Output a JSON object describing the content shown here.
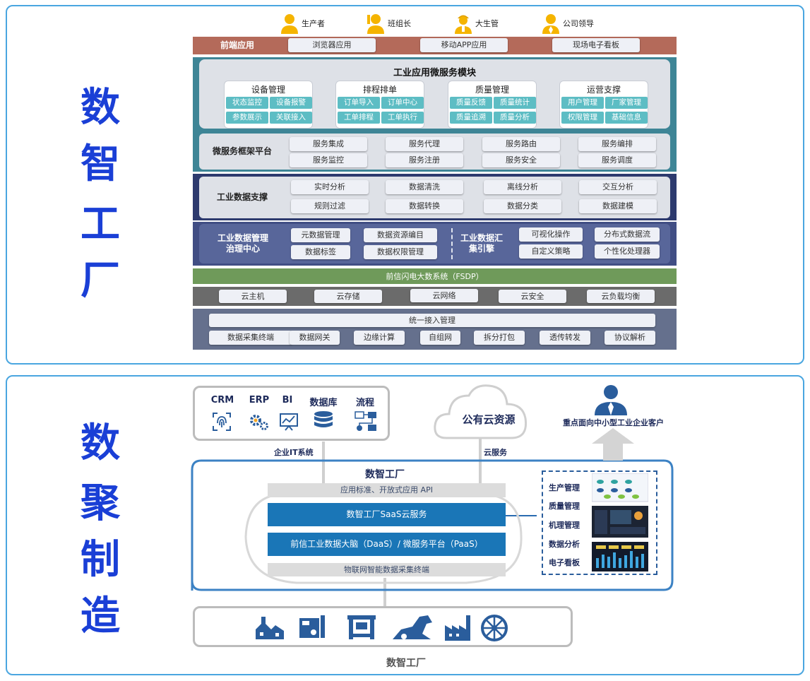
{
  "panel1": {
    "side_chars": [
      "数",
      "智",
      "工",
      "厂"
    ],
    "roles": [
      {
        "label": "生产者",
        "icon": "worker-icon"
      },
      {
        "label": "班组长",
        "icon": "team-leader-icon"
      },
      {
        "label": "大生管",
        "icon": "production-manager-icon"
      },
      {
        "label": "公司领导",
        "icon": "company-leader-icon"
      }
    ],
    "frontend": {
      "label": "前端应用",
      "items": [
        "浏览器应用",
        "移动APP应用",
        "现场电子看板"
      ]
    },
    "microservice_modules": {
      "title": "工业应用微服务模块",
      "modules": [
        {
          "title": "设备管理",
          "items": [
            "状态监控",
            "设备报警",
            "参数展示",
            "关联接入"
          ]
        },
        {
          "title": "排程排单",
          "items": [
            "订单导入",
            "订单中心",
            "工单排程",
            "工单执行"
          ]
        },
        {
          "title": "质量管理",
          "items": [
            "质量反馈",
            "质量统计",
            "质量追溯",
            "质量分析"
          ]
        },
        {
          "title": "运营支撑",
          "items": [
            "用户管理",
            "厂家管理",
            "权限管理",
            "基础信息"
          ]
        }
      ]
    },
    "framework": {
      "label": "微服务框架平台",
      "items": [
        "服务集成",
        "服务代理",
        "服务路由",
        "服务编排",
        "服务监控",
        "服务注册",
        "服务安全",
        "服务调度"
      ]
    },
    "data_support": {
      "label": "工业数据支撑",
      "items": [
        "实时分析",
        "数据清洗",
        "离线分析",
        "交互分析",
        "规则过滤",
        "数据转换",
        "数据分类",
        "数据建模"
      ]
    },
    "governance": {
      "label_left": "工业数据管理治理中心",
      "items_left": [
        "元数据管理",
        "数据资源编目",
        "数据标签",
        "数据权限管理"
      ],
      "label_right": "工业数据汇集引擎",
      "items_right": [
        "可视化操作",
        "分布式数据流",
        "自定义策略",
        "个性化处理器"
      ]
    },
    "fsdp": "前信闪电大数系统（FSDP）",
    "cloud": [
      "云主机",
      "云存储",
      "云网络",
      "云安全",
      "云负载均衡"
    ],
    "access": {
      "title": "统一接入管理",
      "items": [
        "数据采集终端",
        "数据网关",
        "边缘计算",
        "自组网",
        "拆分打包",
        "透传转发",
        "协议解析"
      ]
    },
    "colors": {
      "frontend_band": "#b46a5a",
      "module_band": "#3e8596",
      "framework_band": "#3e8596",
      "data_band": "#2d3a6e",
      "gov_band": "#414e84",
      "fsdp_band": "#6f9a5a",
      "cloud_band": "#6b6b6b",
      "access_band": "#65708d",
      "chip_teal": "#5dbdc4",
      "side_text": "#1a3fd6"
    }
  },
  "panel2": {
    "side_chars": [
      "数",
      "聚",
      "制",
      "造"
    ],
    "it_systems": [
      {
        "label": "CRM",
        "icon": "fingerprint-icon"
      },
      {
        "label": "ERP",
        "icon": "gears-icon"
      },
      {
        "label": "BI",
        "icon": "chart-monitor-icon"
      },
      {
        "label": "数据库",
        "icon": "database-icon"
      },
      {
        "label": "流程",
        "icon": "flowchart-icon"
      }
    ],
    "it_caption": "企业IT系统",
    "cloud_title": "公有云资源",
    "cloud_caption": "云服务",
    "customer": "重点面向中小型工业企业客户",
    "factory_title": "数智工厂",
    "layers": [
      "应用标准、开放式应用 API",
      "数智工厂SaaS云服务",
      "前信工业数据大脑（DaaS）/ 微服务平台（PaaS）",
      "物联网智能数据采集终端"
    ],
    "apps": [
      "生产管理",
      "质量管理",
      "机理管理",
      "数据分析",
      "电子看板"
    ],
    "devices": [
      "plant-icon",
      "machine-icon",
      "press-icon",
      "excavator-icon",
      "factory-icon",
      "wheel-icon"
    ],
    "bottom_caption": "数智工厂",
    "colors": {
      "layer_blue": "#1a76b7",
      "layer_grey": "#dcdcdc",
      "frame_blue": "#3c82c4",
      "dark_navy": "#1d2a5a",
      "device_blue": "#2a5d9c"
    }
  }
}
